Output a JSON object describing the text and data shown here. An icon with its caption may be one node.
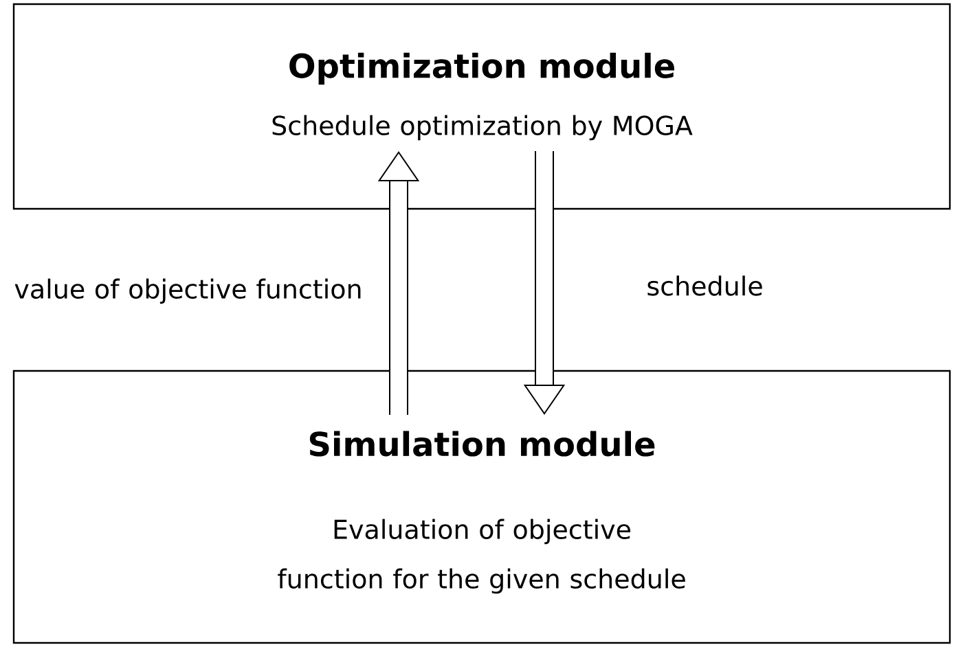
{
  "diagram": {
    "nodes": [
      {
        "text": [
          "Optimization module",
          "Schedule optimization by MOGA"
        ]
      },
      {
        "text": [
          "Simulation module",
          "Evaluation of objective function for the given schedule"
        ]
      }
    ],
    "edges": [
      {
        "from": 1,
        "to": 0,
        "arrow": "to",
        "label": "value of objective function"
      },
      {
        "from": 0,
        "to": 1,
        "arrow": "to",
        "label": "schedule"
      }
    ]
  }
}
